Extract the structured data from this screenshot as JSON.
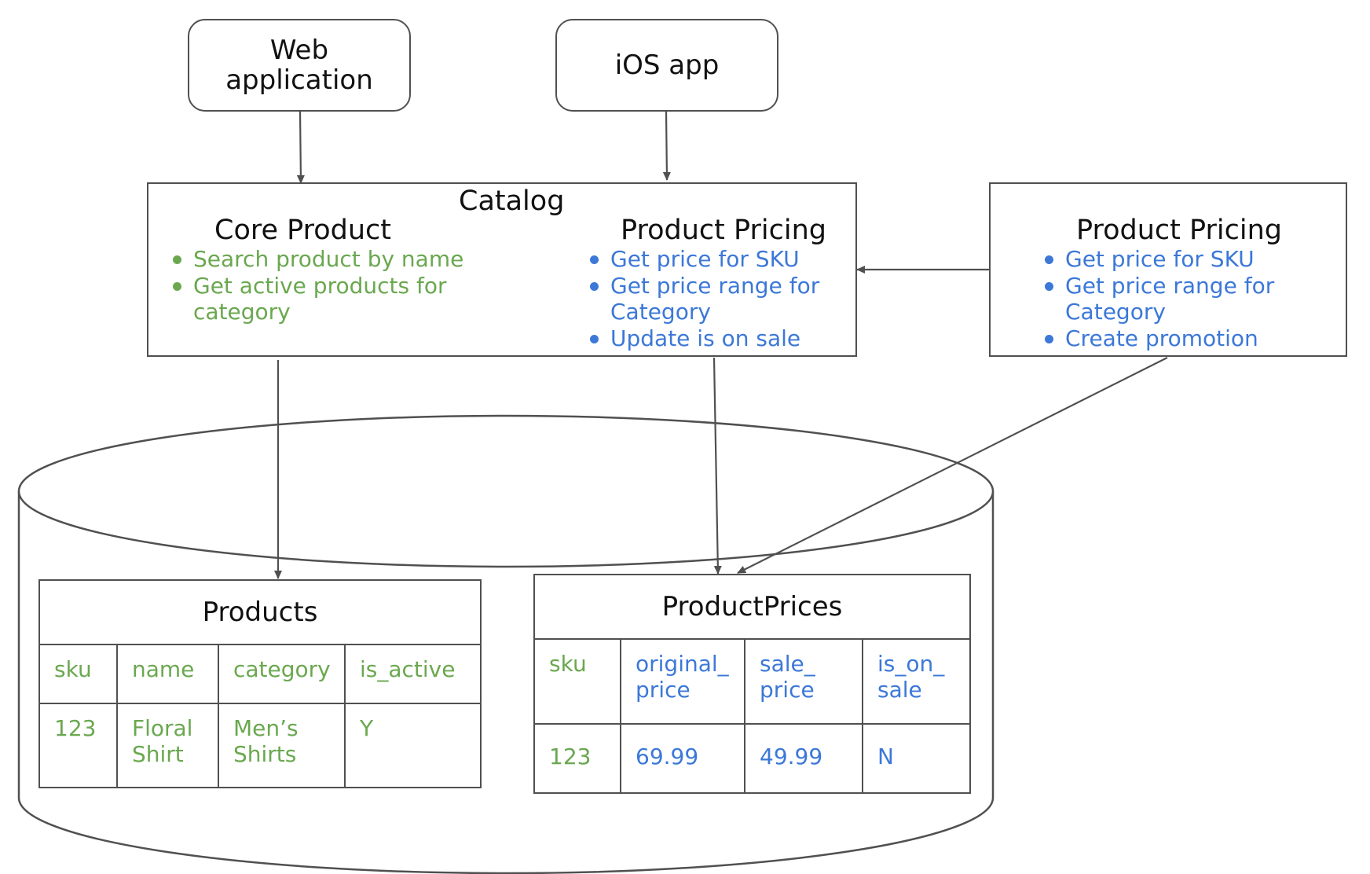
{
  "clients": {
    "web": "Web\napplication",
    "ios": "iOS app"
  },
  "catalog": {
    "title": "Catalog",
    "core_product": {
      "title": "Core Product",
      "items": [
        "Search product by name",
        "Get active products for\ncategory"
      ]
    },
    "product_pricing": {
      "title": "Product Pricing",
      "items": [
        "Get price for SKU",
        "Get price range for\nCategory",
        "Update is on sale"
      ]
    }
  },
  "pricing_service": {
    "title": "Product Pricing",
    "items": [
      "Get price for SKU",
      "Get price range for\nCategory",
      "Create promotion"
    ]
  },
  "products_table": {
    "name": "Products",
    "columns": [
      "sku",
      "name",
      "category",
      "is_active"
    ],
    "rows": [
      [
        "123",
        "Floral\nShirt",
        "Men’s\nShirts",
        "Y"
      ]
    ]
  },
  "prices_table": {
    "name": "ProductPrices",
    "columns": [
      "sku",
      "original_\nprice",
      "sale_\nprice",
      "is_on_\nsale"
    ],
    "rows": [
      [
        "123",
        "69.99",
        "49.99",
        "N"
      ]
    ]
  },
  "colors": {
    "core_text": "#6aa84f",
    "pricing_text": "#3c78d8",
    "stroke": "#505050"
  }
}
